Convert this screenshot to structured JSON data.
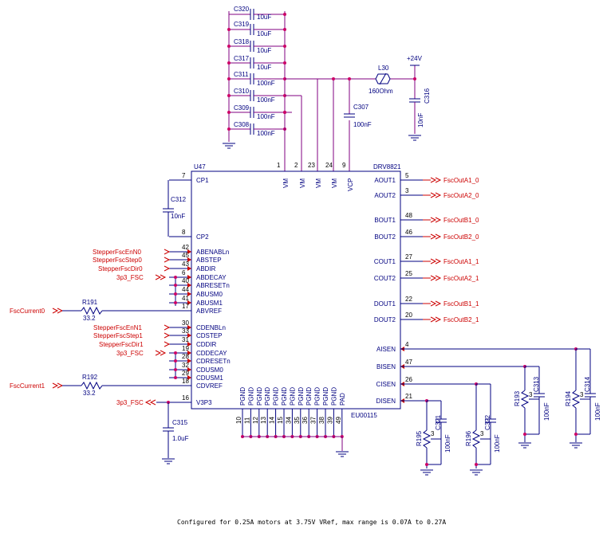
{
  "chip": {
    "ref": "U47",
    "part": "DRV8821",
    "code": "EU00115",
    "top_pins": [
      {
        "num": "1",
        "label": "VM"
      },
      {
        "num": "2",
        "label": "VM"
      },
      {
        "num": "23",
        "label": "VM"
      },
      {
        "num": "24",
        "label": "VM"
      },
      {
        "num": "9",
        "label": "VCP"
      }
    ],
    "left_pins": [
      {
        "num": "7",
        "label": "CP1"
      },
      {
        "num": "8",
        "label": "CP2"
      },
      {
        "num": "42",
        "label": "ABENABLn"
      },
      {
        "num": "45",
        "label": "ABSTEP"
      },
      {
        "num": "43",
        "label": "ABDIR"
      },
      {
        "num": "6",
        "label": "ABDECAY"
      },
      {
        "num": "40",
        "label": "ABRESETn"
      },
      {
        "num": "44",
        "label": "ABUSM0"
      },
      {
        "num": "41",
        "label": "ABUSM1"
      },
      {
        "num": "17",
        "label": "ABVREF"
      },
      {
        "num": "30",
        "label": "CDENBLn"
      },
      {
        "num": "33",
        "label": "CDSTEP"
      },
      {
        "num": "31",
        "label": "CDDIR"
      },
      {
        "num": "19",
        "label": "CDDECAY"
      },
      {
        "num": "28",
        "label": "CDRESETn"
      },
      {
        "num": "32",
        "label": "CDUSM0"
      },
      {
        "num": "29",
        "label": "CDUSM1"
      },
      {
        "num": "18",
        "label": "CDVREF"
      },
      {
        "num": "16",
        "label": "V3P3"
      }
    ],
    "right_pins": [
      {
        "num": "5",
        "label": "AOUT1"
      },
      {
        "num": "3",
        "label": "AOUT2"
      },
      {
        "num": "48",
        "label": "BOUT1"
      },
      {
        "num": "46",
        "label": "BOUT2"
      },
      {
        "num": "27",
        "label": "COUT1"
      },
      {
        "num": "25",
        "label": "COUT2"
      },
      {
        "num": "22",
        "label": "DOUT1"
      },
      {
        "num": "20",
        "label": "DOUT2"
      },
      {
        "num": "4",
        "label": "AISEN"
      },
      {
        "num": "47",
        "label": "BISEN"
      },
      {
        "num": "26",
        "label": "CISEN"
      },
      {
        "num": "21",
        "label": "DISEN"
      }
    ],
    "bottom_pins": [
      {
        "num": "10",
        "label": "PGND"
      },
      {
        "num": "11",
        "label": "PGND"
      },
      {
        "num": "12",
        "label": "PGND"
      },
      {
        "num": "13",
        "label": "PGND"
      },
      {
        "num": "14",
        "label": "PGND"
      },
      {
        "num": "15",
        "label": "PGND"
      },
      {
        "num": "34",
        "label": "PGND"
      },
      {
        "num": "35",
        "label": "PGND"
      },
      {
        "num": "36",
        "label": "PGND"
      },
      {
        "num": "37",
        "label": "PGND"
      },
      {
        "num": "38",
        "label": "PGND"
      },
      {
        "num": "39",
        "label": "PGND"
      },
      {
        "num": "49",
        "label": "PAD"
      }
    ]
  },
  "bulk_caps": [
    {
      "ref": "C320",
      "value": "10uF"
    },
    {
      "ref": "C319",
      "value": "10uF"
    },
    {
      "ref": "C318",
      "value": "10uF"
    },
    {
      "ref": "C317",
      "value": "10uF"
    },
    {
      "ref": "C311",
      "value": "100nF"
    },
    {
      "ref": "C310",
      "value": "100nF"
    },
    {
      "ref": "C309",
      "value": "100nF"
    },
    {
      "ref": "C308",
      "value": "100nF"
    }
  ],
  "parts": {
    "l30_ref": "L30",
    "l30_value": "160Ohm",
    "supply": "+24V",
    "c316_ref": "C316",
    "c316_value": "10nF",
    "c307_ref": "C307",
    "c307_value": "100nF",
    "c312_ref": "C312",
    "c312_value": "10nF",
    "c315_ref": "C315",
    "c315_value": "1.0uF",
    "r191_ref": "R191",
    "r191_value": "33.2",
    "r192_ref": "R192",
    "r192_value": "33.2"
  },
  "input_nets": {
    "stepper_en0": "StepperFscEnN0",
    "stepper_step0": "StepperFscStep0",
    "stepper_dir0": "StepperFscDir0",
    "p3_0": "3p3_FSC",
    "current0": "FscCurrent0",
    "stepper_en1": "StepperFscEnN1",
    "stepper_step1": "StepperFscStep1",
    "stepper_dir1": "StepperFscDir1",
    "p3_1": "3p3_FSC",
    "current1": "FscCurrent1",
    "p3_2": "3p3_FSC"
  },
  "output_nets": [
    "FscOutA1_0",
    "FscOutA2_0",
    "FscOutB1_0",
    "FscOutB2_0",
    "FscOutA1_1",
    "FscOutA2_1",
    "FscOutB1_1",
    "FscOutB2_1"
  ],
  "sense": [
    {
      "r_ref": "R195",
      "r_pin": "3",
      "c_ref": "C321",
      "c_value": "100nF"
    },
    {
      "r_ref": "R196",
      "r_pin": "3",
      "c_ref": "C322",
      "c_value": "100nF"
    },
    {
      "r_ref": "R193",
      "r_pin": "3",
      "c_ref": "C313",
      "c_value": "100nF"
    },
    {
      "r_ref": "R194",
      "r_pin": "3",
      "c_ref": "C314",
      "c_value": "100nF"
    }
  ],
  "note": "Configured for 0.25A motors at 3.75V VRef, max range is 0.07A to 0.27A",
  "colors": {
    "wire": "#000080",
    "net": "#cc0000",
    "ground_wire": "#800080",
    "junction": "#cc0066"
  }
}
